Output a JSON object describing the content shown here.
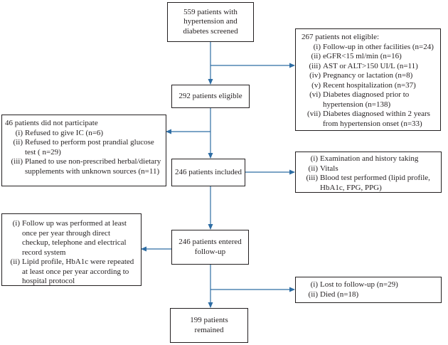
{
  "colors": {
    "arrow": "#2e6da4",
    "border": "#231f20",
    "text": "#231f20"
  },
  "boxes": {
    "screened": "559 patients with hypertension and diabetes screened",
    "eligible": "292 patients eligible",
    "included": "246 patients included",
    "followup": "246 patients entered follow-up",
    "remained": "199 patients remained"
  },
  "not_eligible": {
    "title": "267 patients not eligible:",
    "items": [
      {
        "num": "(i)",
        "text": "Follow-up in other facilities (n=24)"
      },
      {
        "num": "(ii)",
        "text": "eGFR<15 ml/min (n=16)"
      },
      {
        "num": "(iii)",
        "text": "AST or ALT>150 UI/L (n=11)"
      },
      {
        "num": "(iv)",
        "text": "Pregnancy or lactation (n=8)"
      },
      {
        "num": "(v)",
        "text": "Recent hospitalization (n=37)"
      },
      {
        "num": "(vi)",
        "text": "Diabetes diagnosed prior to hypertension (n=138)"
      },
      {
        "num": "(vii)",
        "text": "Diabetes diagnosed within 2 years from hypertension onset (n=33)"
      }
    ]
  },
  "did_not_participate": {
    "title": "46 patients did not participate",
    "items": [
      {
        "num": "(i)",
        "text": "Refused to give IC (n=6)"
      },
      {
        "num": "(ii)",
        "text": "Refused to perform post prandial glucose test ( n=29)"
      },
      {
        "num": "(iii)",
        "text": "Planed to use non-prescribed herbal/dietary supplements with unknown sources (n=11)"
      }
    ]
  },
  "baseline": {
    "items": [
      {
        "num": "(i)",
        "text": "Examination and history taking"
      },
      {
        "num": "(ii)",
        "text": "Vitals"
      },
      {
        "num": "(iii)",
        "text": "Blood test performed (lipid profile, HbA1c, FPG, PPG)"
      }
    ]
  },
  "followup_details": {
    "items": [
      {
        "num": "(i)",
        "text": "Follow up was performed at least once per year through direct checkup, telephone and electrical record system"
      },
      {
        "num": "(ii)",
        "text": "Lipid profile, HbA1c were repeated at least once per year according to hospital protocol"
      }
    ]
  },
  "lost": {
    "items": [
      {
        "num": "(i)",
        "text": "Lost to follow-up (n=29)"
      },
      {
        "num": "(ii)",
        "text": "Died (n=18)"
      }
    ]
  }
}
